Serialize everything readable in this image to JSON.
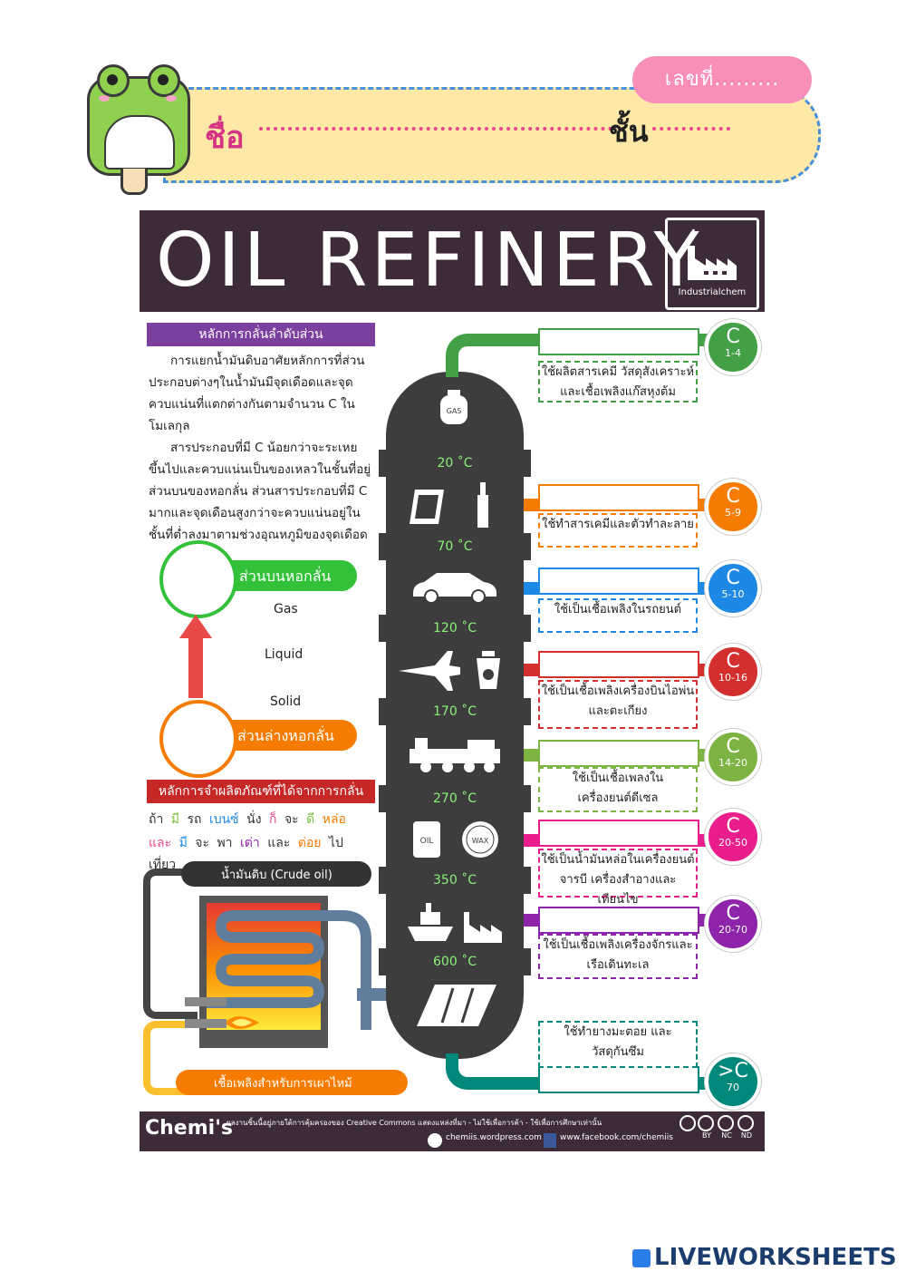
{
  "header": {
    "number_label": "เลขที่.........",
    "name_label": "ชื่อ",
    "class_label": "ชั้น"
  },
  "poster": {
    "title": "OIL REFINERY",
    "logo_text": "Industrialchem",
    "principle_heading": "หลักการกลั่นลำดับส่วน",
    "principle_p1": "การแยกน้ำมันดิบอาศัยหลักการที่ส่วนประกอบต่างๆในน้ำมันมีจุดเดือดและจุดควบแน่นที่แตกต่างกันตามจำนวน C ในโมเลกุล",
    "principle_p2": "สารประกอบที่มี C น้อยกว่าจะระเหยขึ้นไปและควบแน่นเป็นของเหลวในชั้นที่อยู่ส่วนบนของหอกลั่น ส่วนสารประกอบที่มี C มากและจุดเดือนสูงกว่าจะควบแน่นอยู่ในชั้นที่ต่ำลงมาตามช่วงอุณหภูมิของจุดเดือด",
    "top_part": "ส่วนบนหอกลั่น",
    "bottom_part": "ส่วนล่างหอกลั่น",
    "state_gas": "Gas",
    "state_liquid": "Liquid",
    "state_solid": "Solid",
    "memory_heading": "หลักการจำผลิตภัณฑ์ที่ได้จากการกลั่น",
    "mnemonic_line1": [
      {
        "t": "ถ้า",
        "c": "#333333"
      },
      {
        "t": "มี",
        "c": "#7ac143"
      },
      {
        "t": "รถ",
        "c": "#333333"
      },
      {
        "t": "เบนซ์",
        "c": "#1e88e5"
      },
      {
        "t": "นั่ง",
        "c": "#333333"
      },
      {
        "t": "ก็",
        "c": "#e8458b"
      },
      {
        "t": "จะ",
        "c": "#333333"
      },
      {
        "t": "ดี",
        "c": "#7ac143"
      },
      {
        "t": "หล่อ",
        "c": "#f57c00"
      }
    ],
    "mnemonic_line2": [
      {
        "t": "และ",
        "c": "#e8458b"
      },
      {
        "t": "มี",
        "c": "#1e88e5"
      },
      {
        "t": "จะ",
        "c": "#333333"
      },
      {
        "t": "พา",
        "c": "#333333"
      },
      {
        "t": "เต่า",
        "c": "#8e24aa"
      },
      {
        "t": "และ",
        "c": "#333333"
      },
      {
        "t": "ต่อย",
        "c": "#f57c00"
      },
      {
        "t": "ไป",
        "c": "#333333"
      },
      {
        "t": "เที่ยว",
        "c": "#333333"
      }
    ],
    "crude_label": "น้ำมันดิบ (Crude oil)",
    "fuel_label": "เชื้อเพลิงสำหรับการเผาไหม้",
    "gas_label": "GAS",
    "oil_label": "OIL",
    "wax_label": "WAX",
    "temps": [
      "20 ˚C",
      "70 ˚C",
      "120 ˚C",
      "170 ˚C",
      "270 ˚C",
      "350 ˚C",
      "600 ˚C"
    ],
    "fractions": [
      {
        "c": "C",
        "range": "1-4",
        "color": "#43a047",
        "use": "ใช้ผลิตสารเคมี วัสดุสังเคราะห์\nและเชื้อเพลิงแก๊สหุงต้ม"
      },
      {
        "c": "C",
        "range": "5-9",
        "color": "#f57c00",
        "use": "ใช้ทำสารเคมีและตัวทำละลาย"
      },
      {
        "c": "C",
        "range": "5-10",
        "color": "#1e88e5",
        "use": "ใช้เป็นเชื้อเพลิงในรถยนต์"
      },
      {
        "c": "C",
        "range": "10-16",
        "color": "#d32f2f",
        "use": "ใช้เป็นเชื้อเพลิงเครื่องบินไอพ่น\nและตะเกียง"
      },
      {
        "c": "C",
        "range": "14-20",
        "color": "#7cb342",
        "use": "ใช้เป็นเชื้อเพลงใน\nเครื่องยนต์ดีเซล"
      },
      {
        "c": "C",
        "range": "20-50",
        "color": "#e91e8c",
        "use": "ใช้เป็นน้ำมันหล่อในเครื่องยนต์\nจารบี เครื่องสำอางและเทียนไข"
      },
      {
        "c": "C",
        "range": "20-70",
        "color": "#8e24aa",
        "use": "ใช้เป็นเชื้อเพลิงเครื่องจักรและ\nเรือเดินทะเล"
      },
      {
        "c": ">C",
        "range": "70",
        "color": "#00897b",
        "use": "ใช้ทำยางมะตอย และ\nวัสดุกันซึม"
      }
    ],
    "footer": {
      "brand": "Chemi's",
      "license_line": "ผลงานชิ้นนี้อยู่ภายใต้การคุ้มครองของ   Creative Commons   แสดงแหล่งที่มา - ไม่ใช้เพื่อการค้า - ใช้เพื่อการศึกษาเท่านั้น",
      "site": "chemiis.wordpress.com",
      "facebook": "www.facebook.com/chemiis",
      "cc_labels": [
        "BY",
        "NC",
        "ND"
      ]
    }
  },
  "watermark": "LIVEWORKSHEETS",
  "colors": {
    "banner": "#3d2b3a",
    "tower": "#3d3d3d",
    "temp_text": "#8cf07a"
  }
}
